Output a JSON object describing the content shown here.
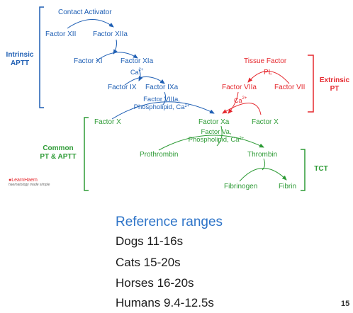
{
  "intrinsic": {
    "label": "Intrinsic",
    "sublabel": "APTT",
    "contact_activator": "Contact Activator",
    "factor_xii": "Factor XII",
    "factor_xiia": "Factor XIIa",
    "factor_xi": "Factor XI",
    "factor_xia": "Factor XIa",
    "ca_label": "Ca",
    "factor_ix": "Factor IX",
    "factor_ixa": "Factor IXa",
    "cofactor_line1": "Factor VIIIa,",
    "cofactor_line2": "Phospholipid, Ca"
  },
  "extrinsic": {
    "label": "Extrinsic",
    "sublabel": "PT",
    "tissue_factor": "Tissue Factor",
    "pl": "PL",
    "factor_viia": "Factor VIIa",
    "factor_vii": "Factor VII",
    "ca_label": "Ca"
  },
  "common": {
    "label": "Common",
    "sublabel": "PT & APTT",
    "factor_x_left": "Factor X",
    "factor_xa": "Factor Xa",
    "factor_x_right": "Factor X",
    "cofactor_line1": "Factor Va,",
    "cofactor_line2": "Phospholipid, Ca",
    "prothrombin": "Prothrombin",
    "thrombin": "Thrombin"
  },
  "tct": {
    "label": "TCT",
    "fibrinogen": "Fibrinogen",
    "fibrin": "Fibrin"
  },
  "logo": {
    "name": "LearnHaem",
    "tagline": "haematology made simple"
  },
  "reference": {
    "title": "Reference ranges",
    "lines": [
      "Dogs 11-16s",
      "Cats 15-20s",
      "Horses 16-20s",
      "Humans 9.4-12.5s"
    ]
  },
  "page_number": "15",
  "colors": {
    "intrinsic": "#1f5fb4",
    "extrinsic": "#e5282e",
    "common": "#2e9b36",
    "reference_title": "#2e74c8"
  }
}
